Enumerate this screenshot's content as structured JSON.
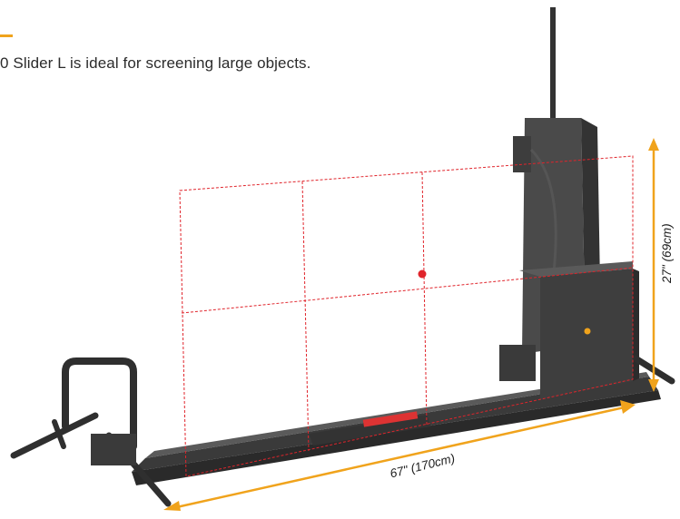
{
  "description_text": "0 Slider L is ideal for screening large objects.",
  "dimensions": {
    "width_label": "67\" (170cm)",
    "height_label": "27\" (69cm)"
  },
  "colors": {
    "accent": "#f0a31c",
    "machine": "#4a4a4a",
    "grid": "#e0242b",
    "center_dot": "#e0242b"
  }
}
